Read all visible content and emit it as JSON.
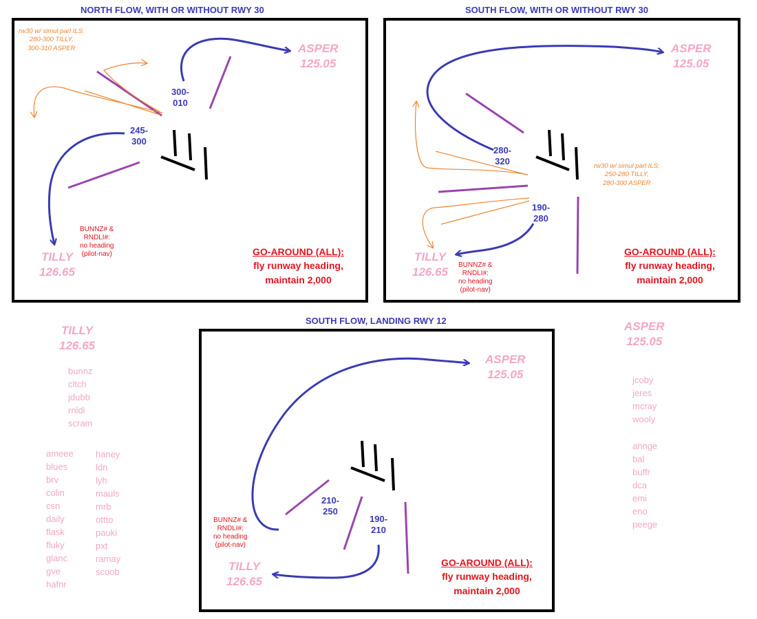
{
  "panels": {
    "north": {
      "title": "NORTH FLOW, WITH OR WITHOUT RWY 30",
      "asper": [
        "ASPER",
        "125.05"
      ],
      "tilly": [
        "TILLY",
        "126.65"
      ],
      "heading_a": [
        "300-",
        "010"
      ],
      "heading_b": [
        "245-",
        "300"
      ],
      "note": [
        "BUNNZ# &",
        "RNDLI#:",
        "no heading",
        "(pilot-nav)"
      ],
      "orange_note": [
        "rw30 w/ simul parl ILS:",
        "280-300 TILLY,",
        "300-310 ASPER"
      ],
      "goaround": [
        "GO-AROUND (ALL):",
        "fly runway heading,",
        "maintain 2,000"
      ]
    },
    "south": {
      "title": "SOUTH FLOW, WITH OR WITHOUT RWY 30",
      "asper": [
        "ASPER",
        "125.05"
      ],
      "tilly": [
        "TILLY",
        "126.65"
      ],
      "heading_a": [
        "280-",
        "320"
      ],
      "heading_b": [
        "190-",
        "280"
      ],
      "note": [
        "BUNNZ# &",
        "RNDLI#:",
        "no heading",
        "(pilot-nav)"
      ],
      "orange_note": [
        "rw30 w/ simul parl ILS:",
        "250-280 TILLY,",
        "280-300 ASPER"
      ],
      "goaround": [
        "GO-AROUND (ALL):",
        "fly runway heading,",
        "maintain 2,000"
      ]
    },
    "rwy12": {
      "title": "SOUTH FLOW, LANDING RWY 12",
      "asper": [
        "ASPER",
        "125.05"
      ],
      "tilly": [
        "TILLY",
        "126.65"
      ],
      "heading_a": [
        "210-",
        "250"
      ],
      "heading_b": [
        "190-",
        "210"
      ],
      "note": [
        "BUNNZ# &",
        "RNDLI#:",
        "no heading",
        "(pilot-nav)"
      ],
      "goaround": [
        "GO-AROUND (ALL):",
        "fly runway heading,",
        "maintain 2,000"
      ]
    }
  },
  "sectors": {
    "tilly": {
      "name": "TILLY",
      "freq": "126.65",
      "primary": [
        "bunnz",
        "cltch",
        "jdubb",
        "rnldi",
        "scram"
      ],
      "col1": [
        "ameee",
        "blues",
        "brv",
        "colin",
        "csn",
        "daily",
        "flask",
        "fluky",
        "glanc",
        "gve",
        "hafnr"
      ],
      "col2": [
        "haney",
        "ldn",
        "lyh",
        "mauls",
        "mrb",
        "ottto",
        "pauki",
        "pxt",
        "ramay",
        "scoob"
      ]
    },
    "asper": {
      "name": "ASPER",
      "freq": "125.05",
      "primary": [
        "jcoby",
        "jeres",
        "mcray",
        "wooly"
      ],
      "secondary": [
        "annge",
        "bal",
        "buffr",
        "dca",
        "emi",
        "eno",
        "peege"
      ]
    }
  },
  "colors": {
    "heading": "#3a3ab4",
    "frequency": "#f3a6c6",
    "goaround": "#e0141e",
    "orange": "#ee8430",
    "purple": "#9a44ae",
    "runway": "#000000"
  }
}
